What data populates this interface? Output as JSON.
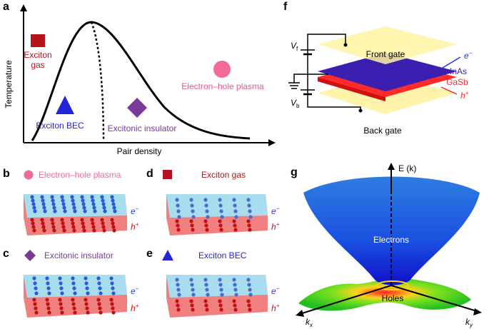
{
  "panels": {
    "a": {
      "letter": "a",
      "ylabel": "Temperature",
      "xlabel": "Pair density",
      "exciton_gas": [
        "Exciton",
        "gas"
      ],
      "exciton_bec": "Exciton BEC",
      "excitonic_insulator": "Excitonic insulator",
      "eh_plasma": "Electron–hole plasma"
    },
    "b": {
      "letter": "b",
      "title": "Electron–hole plasma",
      "e": "e",
      "h": "h"
    },
    "c": {
      "letter": "c",
      "title": "Excitonic insulator",
      "e": "e",
      "h": "h"
    },
    "d": {
      "letter": "d",
      "title": "Exciton gas",
      "e": "e",
      "h": "h"
    },
    "e": {
      "letter": "e",
      "title": "Exciton BEC",
      "e": "e",
      "h": "h"
    },
    "f": {
      "letter": "f",
      "v_top": "V",
      "v_top_sub": "f",
      "v_bottom": "V",
      "v_bottom_sub": "b",
      "front_gate": "Front gate",
      "back_gate": "Back gate",
      "inas": "InAs",
      "gasb": "GaSb",
      "e": "e",
      "h": "h"
    },
    "g": {
      "letter": "g",
      "energy_axis": "E (k)",
      "electrons": "Electrons",
      "holes": "Holes",
      "kx": "k",
      "kx_sub": "x",
      "ky": "k",
      "ky_sub": "y"
    }
  },
  "colors": {
    "exciton_gas": "#b5121b",
    "exciton_bec": "#2424d8",
    "excitonic_insulator": "#7a3a9a",
    "eh_plasma": "#f06b9a",
    "electron_layer": "#a8dcef",
    "hole_layer": "#f08080",
    "inas": "#3a1fb0",
    "gasb": "#ff2a2a",
    "gate": "#fff3a0"
  }
}
